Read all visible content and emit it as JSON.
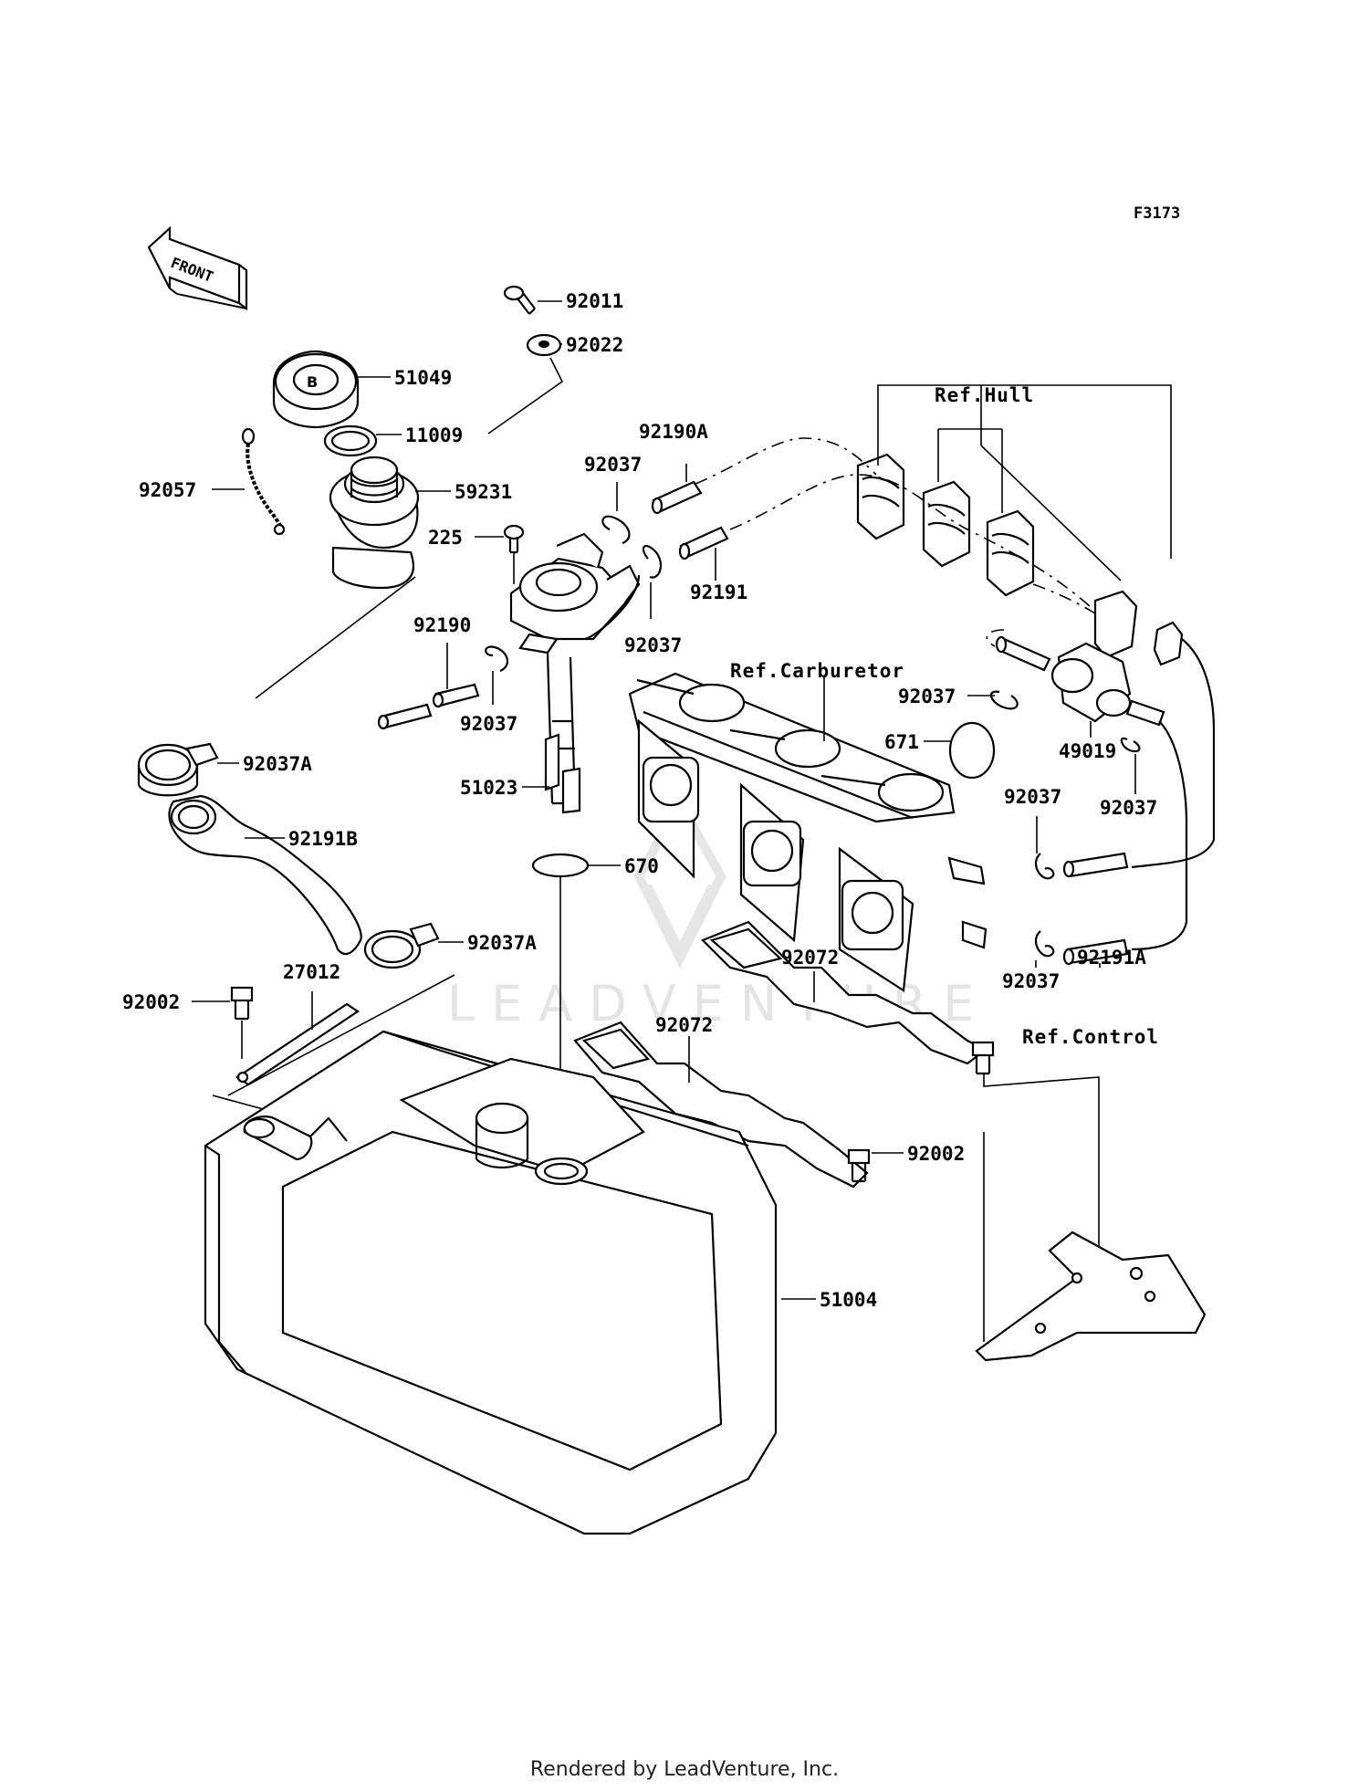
{
  "figure_code": "F3173",
  "front_label": "FRONT",
  "watermark": "LEADVENTURE",
  "footer": "Rendered by LeadVenture, Inc.",
  "callouts": [
    {
      "id": "92011",
      "text": "92011"
    },
    {
      "id": "92022",
      "text": "92022"
    },
    {
      "id": "51049",
      "text": "51049"
    },
    {
      "id": "11009",
      "text": "11009"
    },
    {
      "id": "92057",
      "text": "92057"
    },
    {
      "id": "59231",
      "text": "59231"
    },
    {
      "id": "225",
      "text": "225"
    },
    {
      "id": "92190A",
      "text": "92190A"
    },
    {
      "id": "92037_a",
      "text": "92037"
    },
    {
      "id": "92191",
      "text": "92191"
    },
    {
      "id": "92037_b",
      "text": "92037"
    },
    {
      "id": "92190",
      "text": "92190"
    },
    {
      "id": "92037_c",
      "text": "92037"
    },
    {
      "id": "92037A_a",
      "text": "92037A"
    },
    {
      "id": "51023",
      "text": "51023"
    },
    {
      "id": "92191B",
      "text": "92191B"
    },
    {
      "id": "670",
      "text": "670"
    },
    {
      "id": "92037A_b",
      "text": "92037A"
    },
    {
      "id": "92037_d",
      "text": "92037"
    },
    {
      "id": "671",
      "text": "671"
    },
    {
      "id": "49019",
      "text": "49019"
    },
    {
      "id": "92037_e",
      "text": "92037"
    },
    {
      "id": "92037_f",
      "text": "92037"
    },
    {
      "id": "92191A",
      "text": "92191A"
    },
    {
      "id": "92037_g",
      "text": "92037"
    },
    {
      "id": "92002_a",
      "text": "92002"
    },
    {
      "id": "27012",
      "text": "27012"
    },
    {
      "id": "92072_a",
      "text": "92072"
    },
    {
      "id": "92072_b",
      "text": "92072"
    },
    {
      "id": "92002_b",
      "text": "92002"
    },
    {
      "id": "51004",
      "text": "51004"
    }
  ],
  "references": [
    {
      "id": "hull",
      "text": "Ref.Hull"
    },
    {
      "id": "carburetor",
      "text": "Ref.Carburetor"
    },
    {
      "id": "control",
      "text": "Ref.Control"
    }
  ]
}
